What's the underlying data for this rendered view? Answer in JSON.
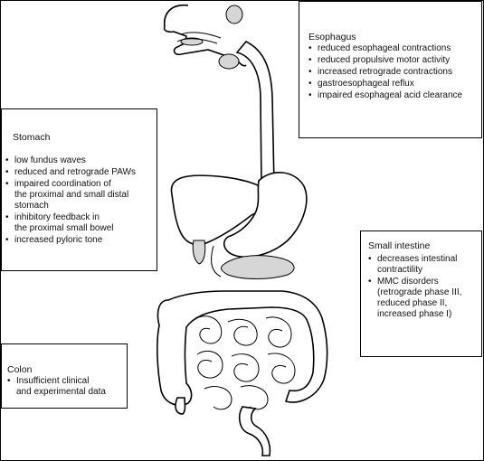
{
  "boxes": {
    "esophagus": {
      "title": "Esophagus",
      "items": [
        "reduced esophageal contractions",
        "reduced propulsive motor activity",
        "increased retrograde contractions",
        "gastroesophageal reflux",
        "impaired esophageal acid clearance"
      ]
    },
    "stomach": {
      "title": "Stomach",
      "items": [
        "low fundus waves",
        "reduced and retrograde PAWs",
        "impaired coordination of\nthe proximal and small distal\nstomach",
        "inhibitory feedback in\nthe proximal small bowel",
        "increased pyloric tone"
      ]
    },
    "small_intestine": {
      "title": "Small intestine",
      "items": [
        "decreases intestinal\ncontractility",
        "MMC disorders\n(retrograde phase III,\nreduced phase II,\nincreased phase I)"
      ]
    },
    "colon": {
      "title": "Colon",
      "items": [
        "Insufficient clinical\nand experimental data"
      ]
    }
  }
}
